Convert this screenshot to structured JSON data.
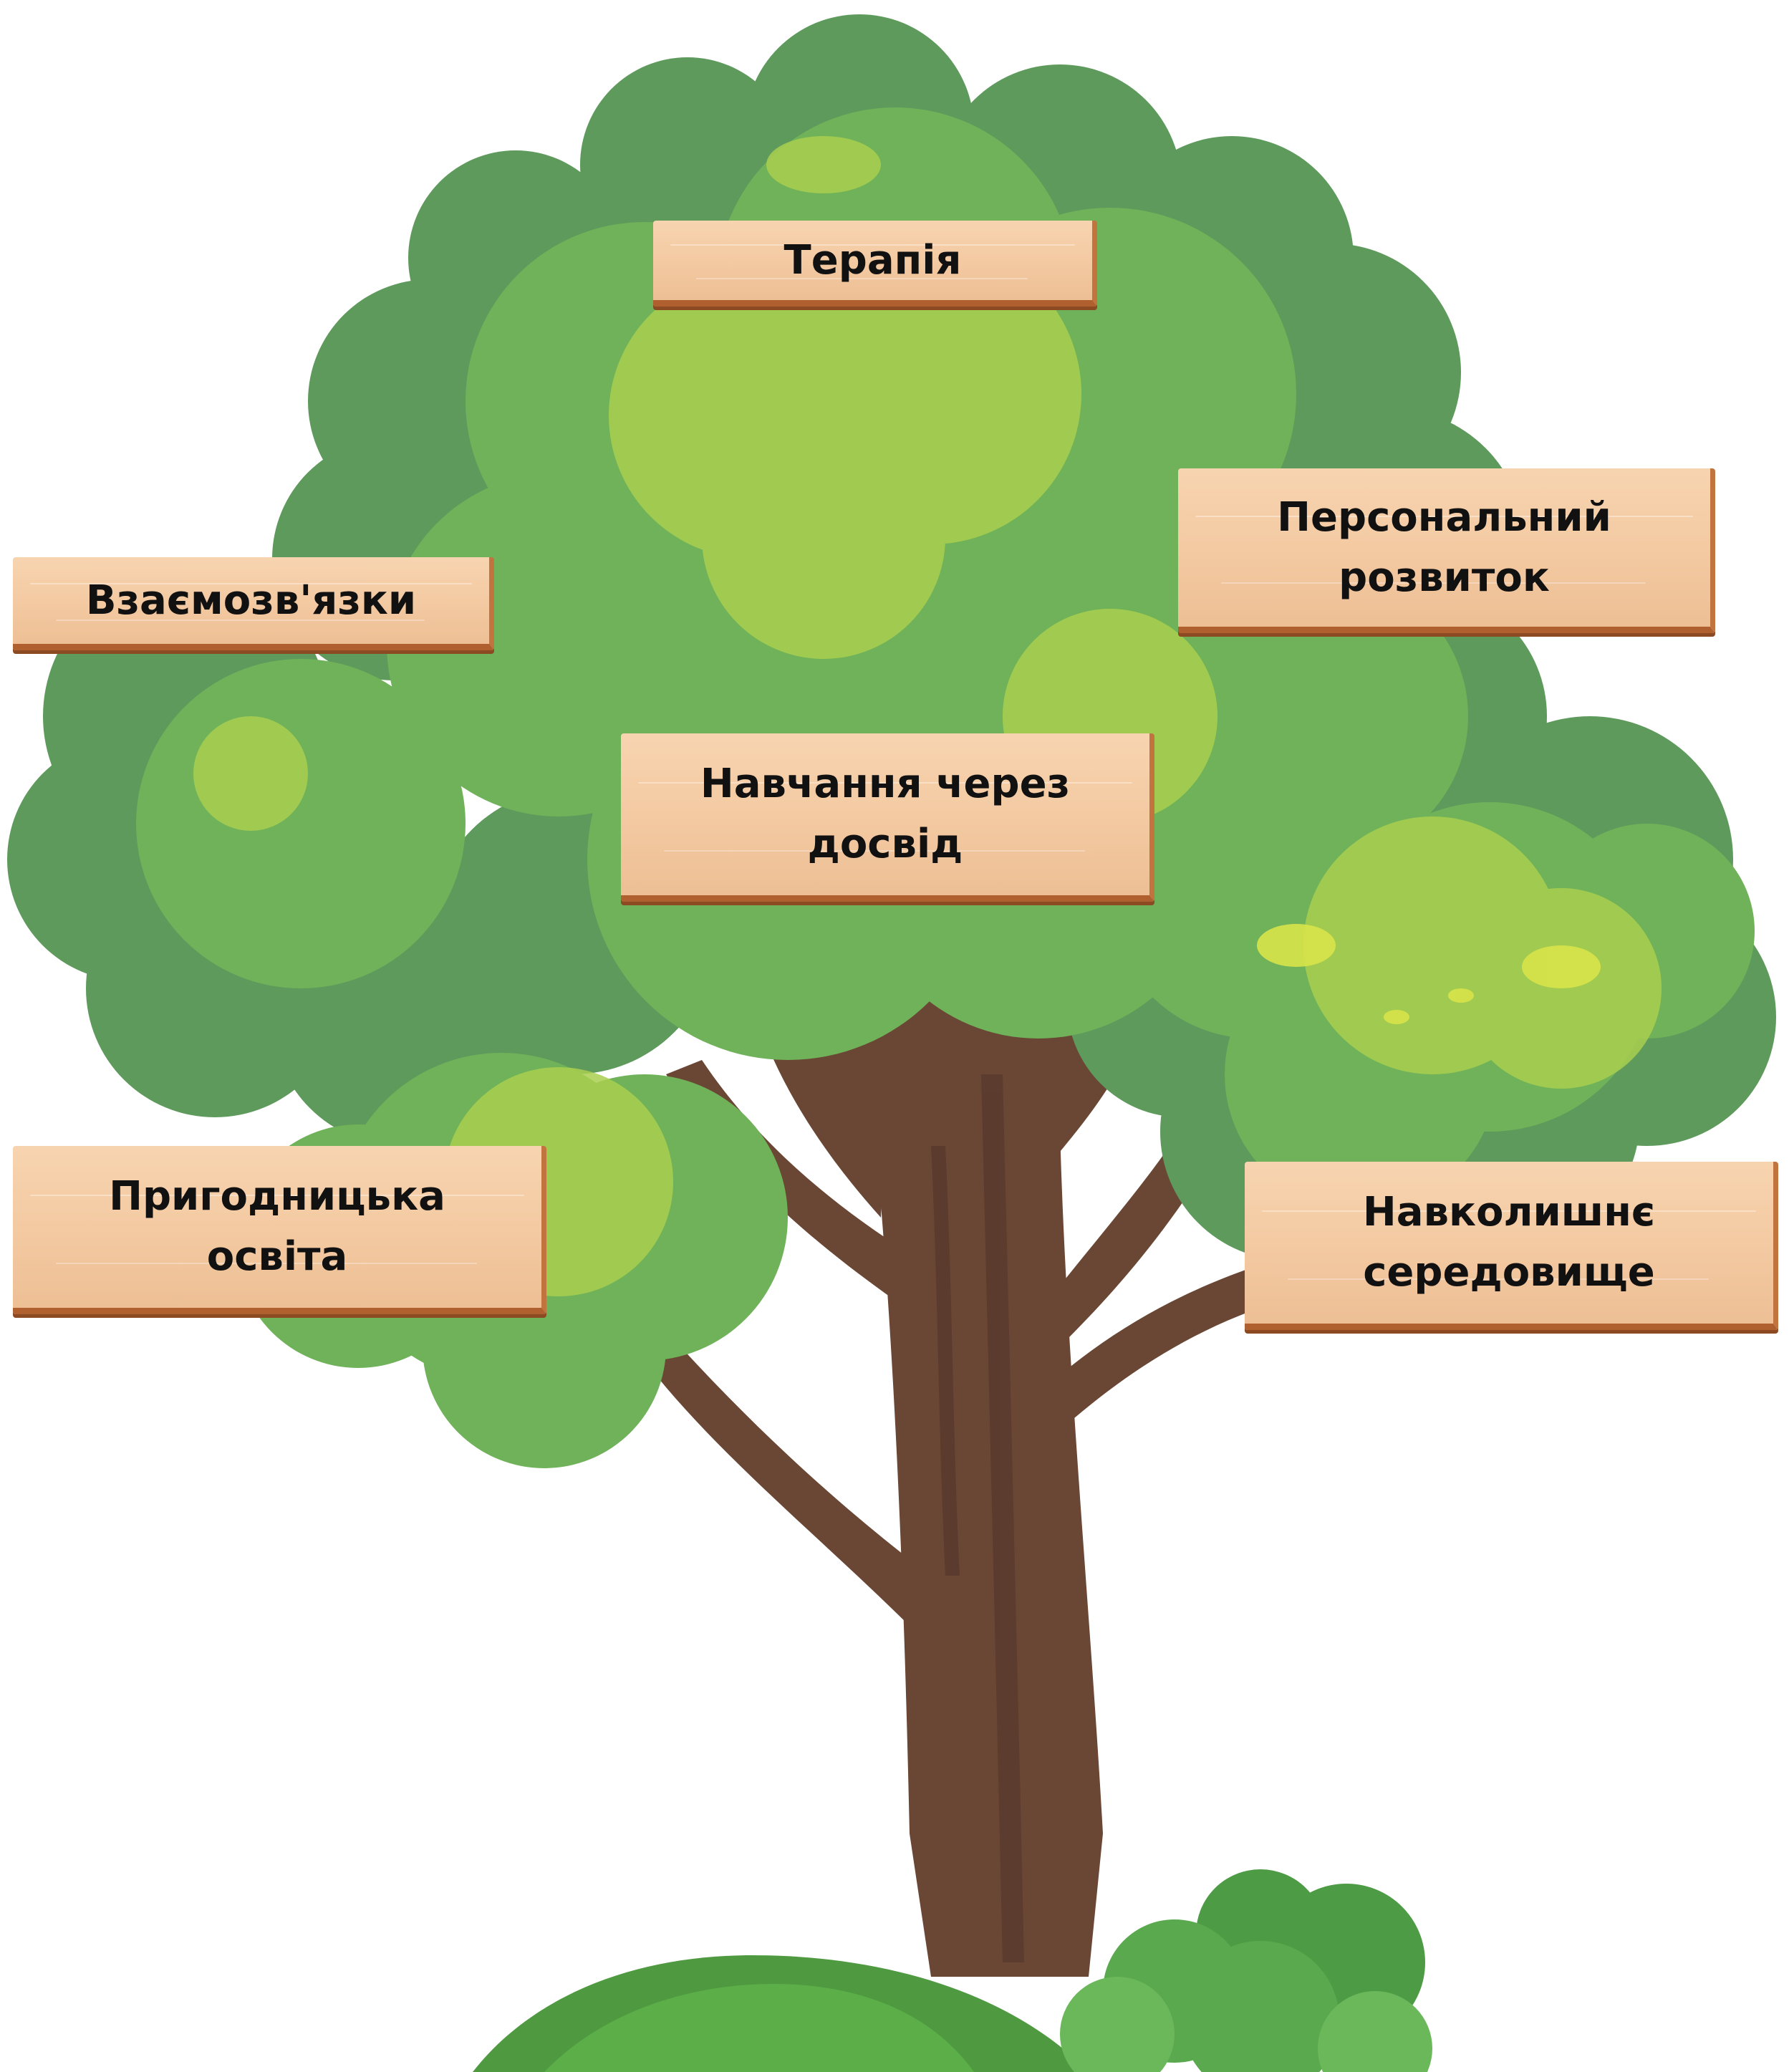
{
  "diagram": {
    "labels": {
      "therapy": "Терапія",
      "personal_development": "Персональний\nрозвиток",
      "relationships": "Взаємозв'язки",
      "experiential_learning": "Навчання через\nдосвід",
      "adventure_education": "Пригодницька\nосвіта",
      "environment": "Навколишнє\nсередовище"
    }
  },
  "colors": {
    "foliage_dark": "#5e9a5c",
    "foliage_mid": "#6fb259",
    "foliage_light": "#a9cf4f",
    "trunk": "#6a4634",
    "sign": "#f3c9a1",
    "sign_edge": "#b0602f"
  }
}
